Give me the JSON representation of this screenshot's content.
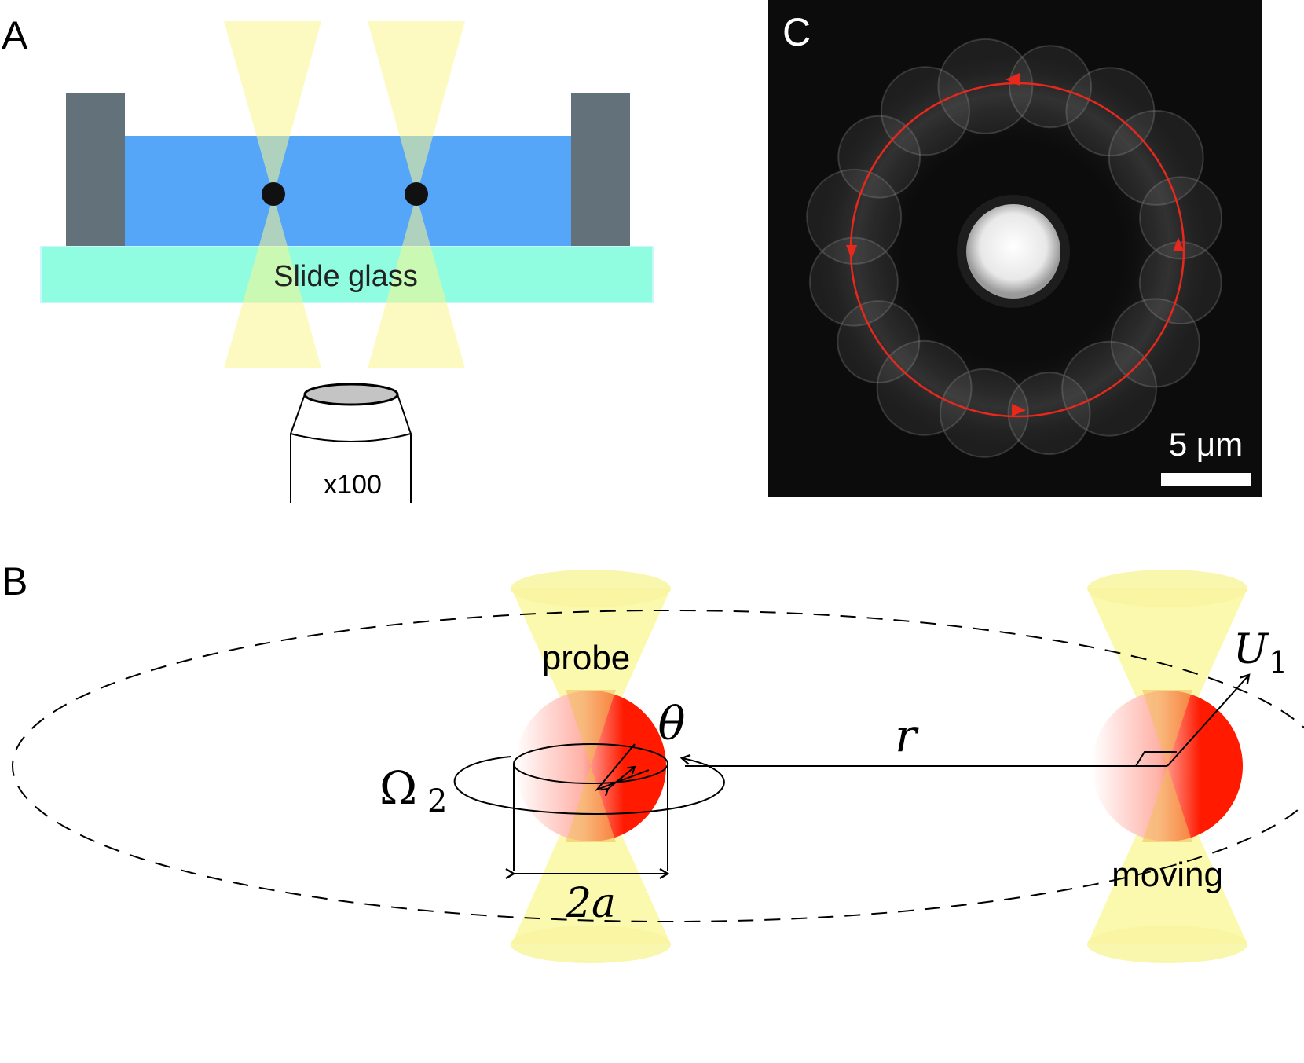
{
  "panels": {
    "a": {
      "label": "A",
      "glass_label": "Slide glass",
      "objective_label": "x100"
    },
    "b": {
      "label": "B",
      "probe_label": "probe",
      "moving_label": "moving",
      "distance_symbol": "r",
      "angle_symbol": "θ",
      "diameter_symbol": "2a",
      "rotation_symbol": "Ω",
      "rotation_subscript": "2",
      "velocity_symbol": "U",
      "velocity_subscript": "1"
    },
    "c": {
      "label": "C",
      "scale_bar_label": "5 μm"
    }
  },
  "colors": {
    "liquid": "#55a6f8",
    "glass": "#90fce0",
    "walls": "#63717a",
    "beam": "#f9f68e",
    "particle_red": "#ff1a00",
    "trajectory": "#e8281c",
    "micrograph_bg": "#0c0c0c"
  }
}
